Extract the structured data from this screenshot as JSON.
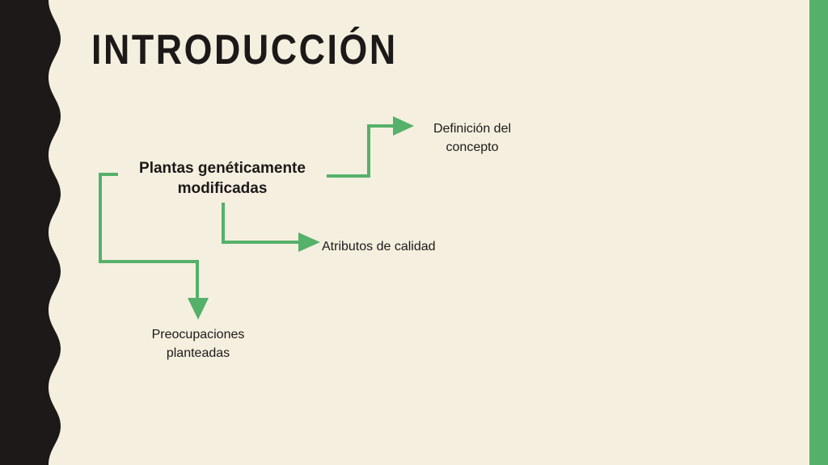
{
  "slide": {
    "title": "INTRODUCCIÓN",
    "colors": {
      "background": "#f5efdf",
      "band": "#1c1918",
      "accent": "#55b16a",
      "text": "#1c1918"
    }
  },
  "diagram": {
    "central": {
      "line1": "Plantas genéticamente",
      "line2": "modificadas"
    },
    "branches": {
      "definition": {
        "line1": "Definición del",
        "line2": "concepto"
      },
      "attributes": {
        "line1": "Atributos de calidad"
      },
      "concerns": {
        "line1": "Preocupaciones",
        "line2": "planteadas"
      }
    }
  }
}
